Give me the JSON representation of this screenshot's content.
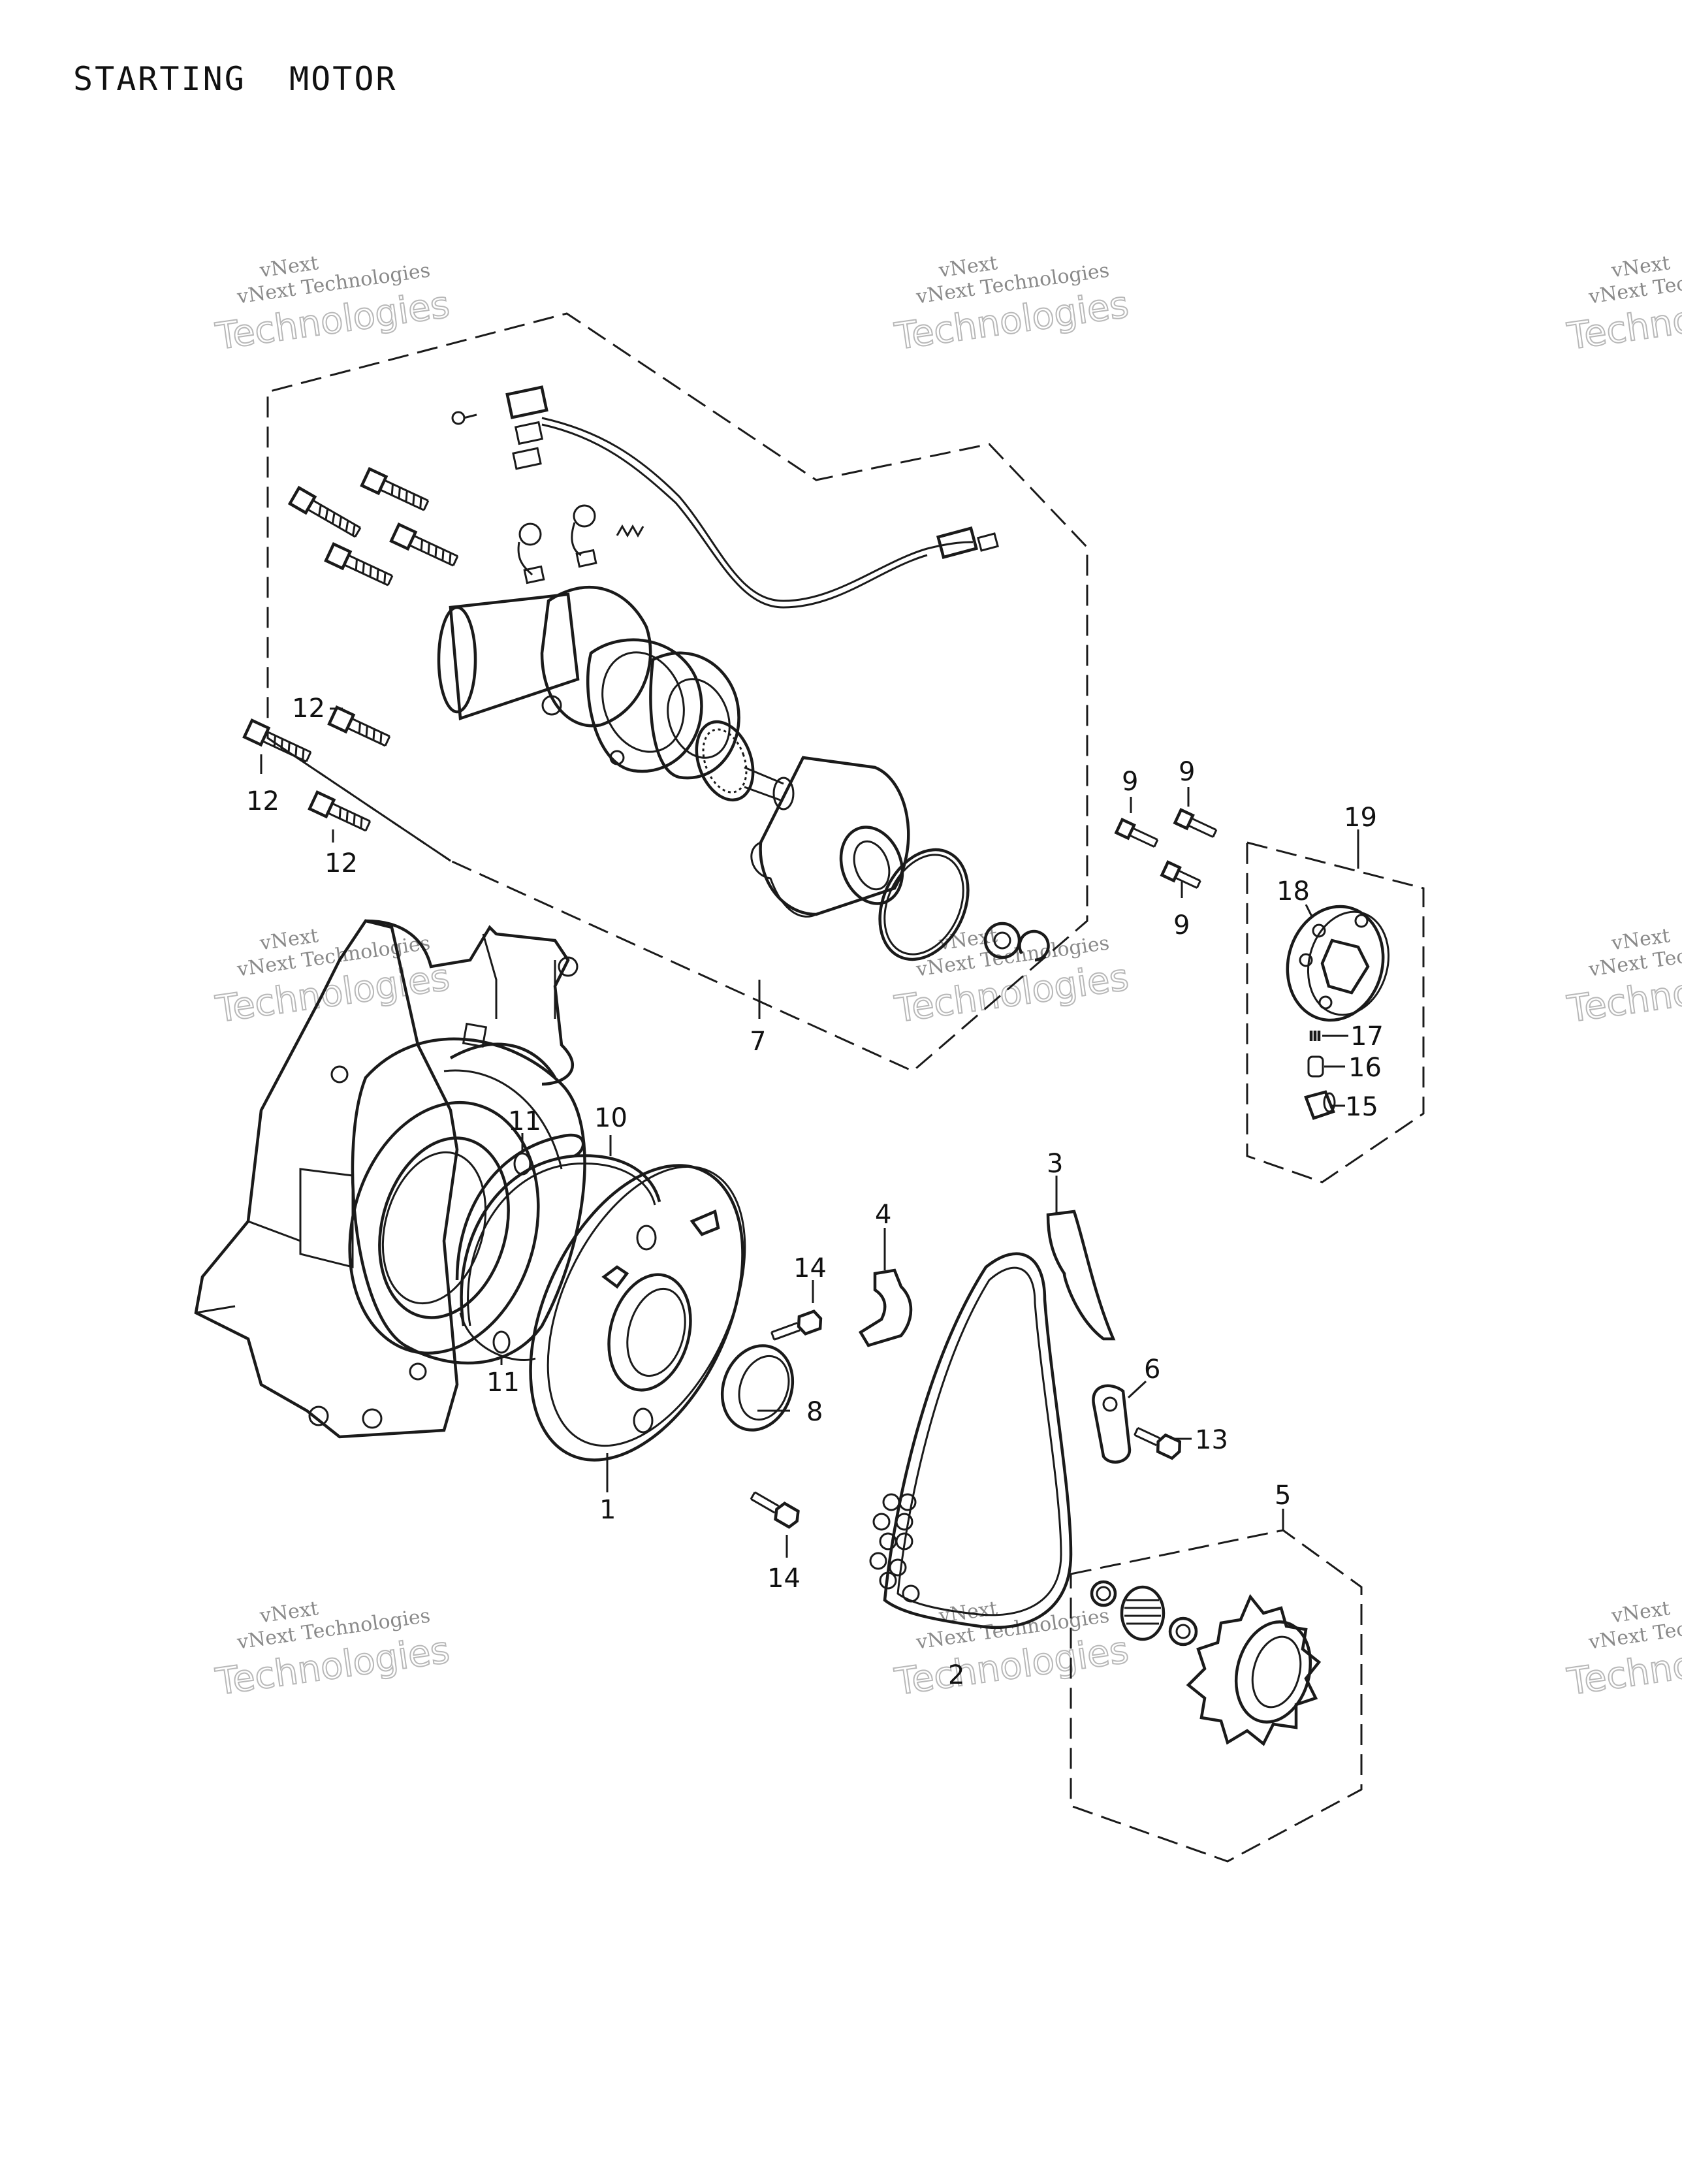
{
  "title": "STARTING  MOTOR",
  "watermark": {
    "line1": "vNext",
    "line2": "vNext Technologies",
    "line3": "Technologies"
  },
  "callouts": {
    "c1": "1",
    "c2": "2",
    "c3": "3",
    "c4": "4",
    "c5": "5",
    "c6": "6",
    "c7": "7",
    "c8": "8",
    "c9a": "9",
    "c9b": "9",
    "c9c": "9",
    "c10": "10",
    "c11a": "11",
    "c11b": "11",
    "c12a": "12",
    "c12b": "12",
    "c12c": "12",
    "c13": "13",
    "c14a": "14",
    "c14b": "14",
    "c15": "15",
    "c16": "16",
    "c17": "17",
    "c18": "18",
    "c19": "19"
  }
}
